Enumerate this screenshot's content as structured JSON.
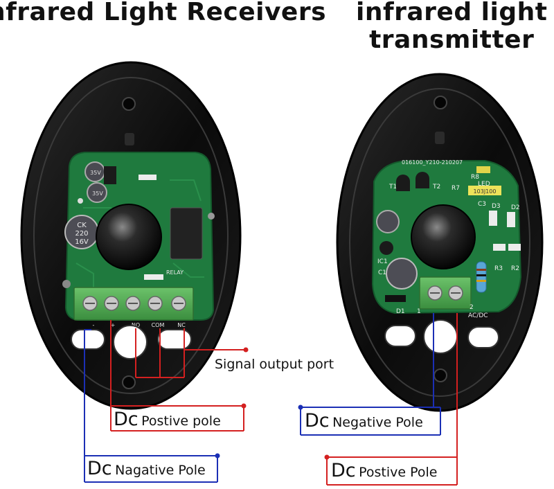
{
  "titles": {
    "receiver": "nfrared Light Receivers",
    "transmitter_line1": "infrared light",
    "transmitter_line2": "transmitter"
  },
  "receiver_board": {
    "capacitor_small_1": "35V",
    "capacitor_small_2": "35V",
    "capacitor_large_line1": "CK",
    "capacitor_large_line2": "220",
    "capacitor_large_line3": "16V",
    "relay_label": "RELAY",
    "terminal_labels": [
      "-",
      "+",
      "NO",
      "COM",
      "NC"
    ]
  },
  "transmitter_board": {
    "pcb_code": "016100_Y210-210207",
    "component_labels": [
      "R8",
      "LED",
      "T1",
      "T2",
      "R7",
      "C3",
      "D3",
      "D2",
      "IC1",
      "C1",
      "R3",
      "R2",
      "D1"
    ],
    "sticker": "103J100",
    "terminal_labels": [
      "1",
      "2",
      "AC/DC"
    ]
  },
  "callouts": {
    "signal_output": "Signal output port",
    "receiver_positive": {
      "prefix": "Dc",
      "text": "Postive pole"
    },
    "receiver_negative": {
      "prefix": "Dc",
      "text": "Nagative Pole"
    },
    "transmitter_negative": {
      "prefix": "Dc",
      "text": "Negative Pole"
    },
    "transmitter_positive": {
      "prefix": "Dc",
      "text": "Postive Pole"
    }
  },
  "colors": {
    "housing": "#0b0b0b",
    "pcb": "#1f7a3e",
    "terminal_block": "#4ea64e",
    "positive_line": "#d42020",
    "negative_line": "#1b2fb5",
    "text": "#111111"
  }
}
